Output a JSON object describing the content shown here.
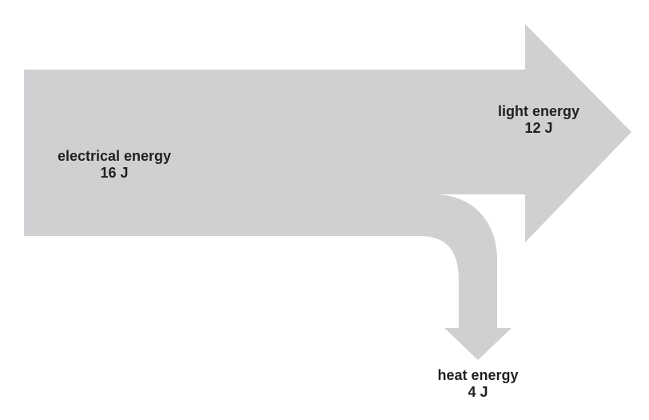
{
  "diagram": {
    "flow_color": "#cfd0d2",
    "text_color": "#231f20",
    "input": {
      "name": "electrical energy",
      "amount": "16 J",
      "value": 16
    },
    "outputs": [
      {
        "name": "light energy",
        "amount": "12 J",
        "value": 12
      },
      {
        "name": "heat energy",
        "amount": "4 J",
        "value": 4
      }
    ]
  }
}
